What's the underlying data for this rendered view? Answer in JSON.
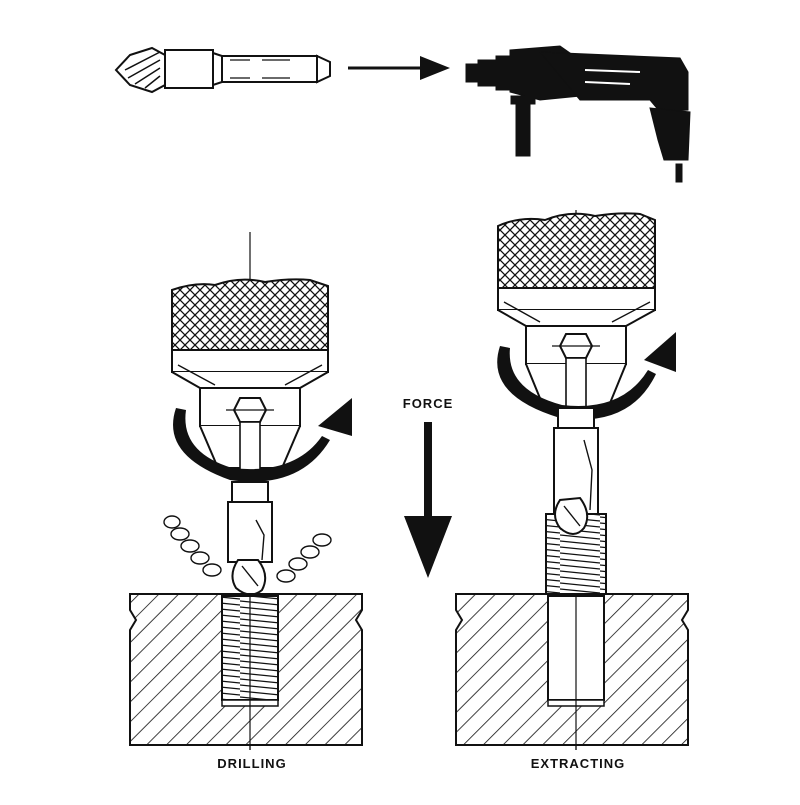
{
  "labels": {
    "force": "FORCE",
    "drilling": "DRILLING",
    "extracting": "EXTRACTING"
  },
  "colors": {
    "ink": "#111111",
    "paper": "#ffffff"
  },
  "icons": {
    "bit": "screw-extractor-bit-icon",
    "drill": "power-drill-icon",
    "arrow": "right-arrow-icon"
  }
}
